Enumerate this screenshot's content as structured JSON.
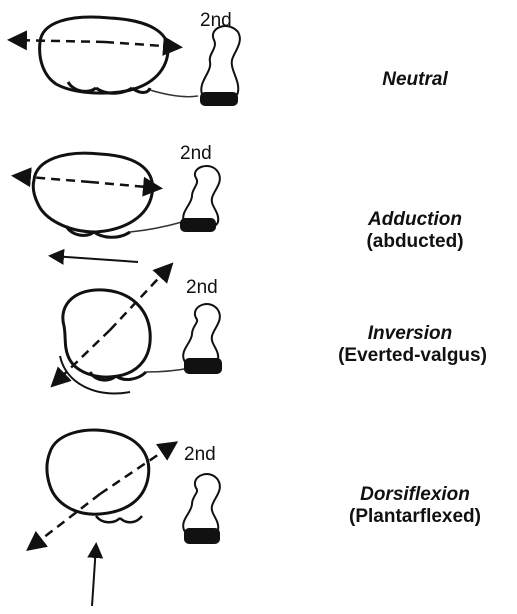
{
  "panels": [
    {
      "digit_label": "2nd",
      "title": "Neutral",
      "subtitle": ""
    },
    {
      "digit_label": "2nd",
      "title": "Adduction",
      "subtitle": "(abducted)"
    },
    {
      "digit_label": "2nd",
      "title": "Inversion",
      "subtitle": "(Everted-valgus)"
    },
    {
      "digit_label": "2nd",
      "title": "Dorsiflexion",
      "subtitle": "(Plantarflexed)"
    }
  ],
  "colors": {
    "ink": "#111111",
    "background": "#ffffff"
  }
}
